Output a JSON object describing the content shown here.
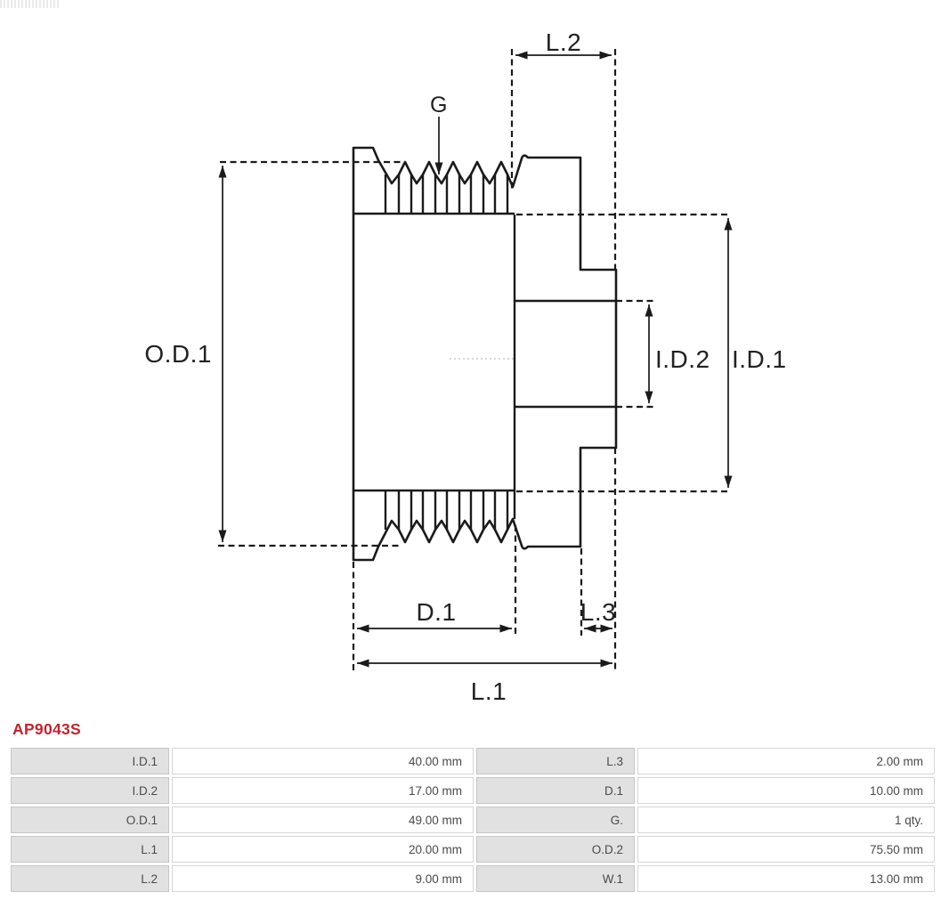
{
  "part": {
    "number": "AP9043S"
  },
  "diagram": {
    "labels": {
      "g": "G",
      "l1": "L.1",
      "l2": "L.2",
      "l3": "L.3",
      "d1": "D.1",
      "od1": "O.D.1",
      "id1": "I.D.1",
      "id2": "I.D.2"
    }
  },
  "colors": {
    "accent_red": "#c5222b",
    "drawing_line": "#1a1a1a",
    "table_label_bg": "#e1e1e1"
  },
  "specs": {
    "rows": [
      {
        "left_label": "I.D.1",
        "left_value": "40.00 mm",
        "right_label": "L.3",
        "right_value": "2.00 mm"
      },
      {
        "left_label": "I.D.2",
        "left_value": "17.00 mm",
        "right_label": "D.1",
        "right_value": "10.00 mm"
      },
      {
        "left_label": "O.D.1",
        "left_value": "49.00 mm",
        "right_label": "G.",
        "right_value": "1 qty."
      },
      {
        "left_label": "L.1",
        "left_value": "20.00 mm",
        "right_label": "O.D.2",
        "right_value": "75.50 mm"
      },
      {
        "left_label": "L.2",
        "left_value": "9.00 mm",
        "right_label": "W.1",
        "right_value": "13.00 mm"
      }
    ]
  }
}
